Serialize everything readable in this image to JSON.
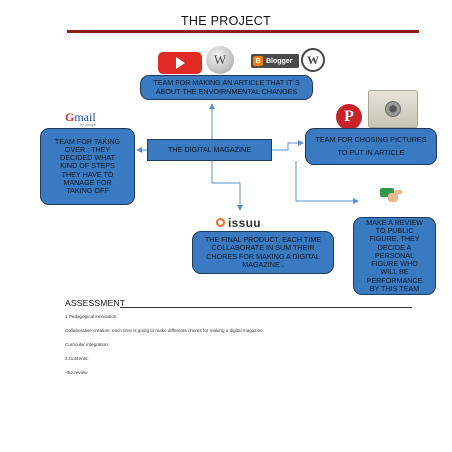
{
  "title": "THE PROJECT",
  "logos": {
    "wikipedia_caption": "WIKIPEDIA",
    "blogger_label": "Blogger",
    "wordpress_letter": "W",
    "gmail_label": "mail",
    "gmail_g": "G",
    "gmail_sub": "by Google",
    "pinterest_letter": "P",
    "issuu_label": "issuu",
    "colors": {
      "youtube": "#e22a24",
      "blogger": "#f57d00",
      "pinterest": "#c8232c",
      "issuu": "#f36d21",
      "box_fill": "#3a7ac0"
    }
  },
  "boxes": {
    "top_team": "TEAM FOR MAKING AN ARTICLE THAT IT´S ABOUT THE ENVOIRNMENTAL CHANGES",
    "center": "THE DIGITAL MAGAZINE",
    "left_team": "TEAM FOR TAKING OVER ; THEY DECIDED WHAT KIND OF STEPS THEY HAVE TO MANAGE FOR TAKING OFF",
    "right_team_line1": "TEAM FOR CHOSING PICTURES",
    "right_team_line2": "TO PUT IN ARTICLE",
    "final_product": "THE FINAL PRODUCT, EACH TIME COLLABORATE IN SUM THEIR CHORES FOR MAKING A DIGITAL MAGAZINE .",
    "review": "MAKE A REVIEW TO PUBLIC FIGURE, THEY DECIDE A PERSONAL FIGURE WHO WILL BE PERFORMANCE BY THIS TEAM"
  },
  "assessment": {
    "heading": "ASSESSMENT",
    "lines": [
      "1.Pedagogical innovation:",
      "Collaborative creation: each time is going to make differents chores for making a digital magazine.",
      "Curricular integration:",
      "2.Contents:",
      "-the review"
    ]
  }
}
